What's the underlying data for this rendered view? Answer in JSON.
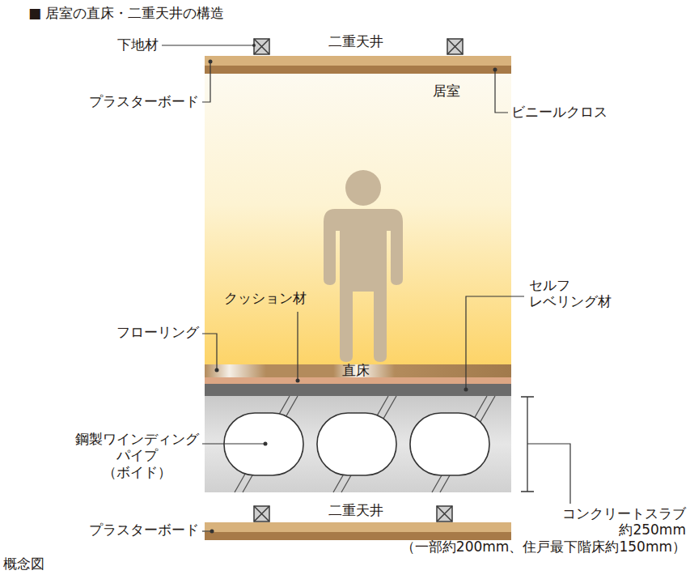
{
  "diagram": {
    "title": "■ 居室の直床・二重天井の構造",
    "caption": "概念図",
    "labels": [
      "下地材",
      "二重天井",
      "プラスターボード",
      "居室",
      "ビニールクロス",
      "クッション材",
      "セルフ レベリング材",
      "フローリング",
      "直床",
      "鋼製ワインディング パイプ （ボイド）",
      "二重天井",
      "プラスターボード",
      "コンクリートスラブ 約250mm （一部約200mm、住戸最下階床約150mm）"
    ]
  }
}
